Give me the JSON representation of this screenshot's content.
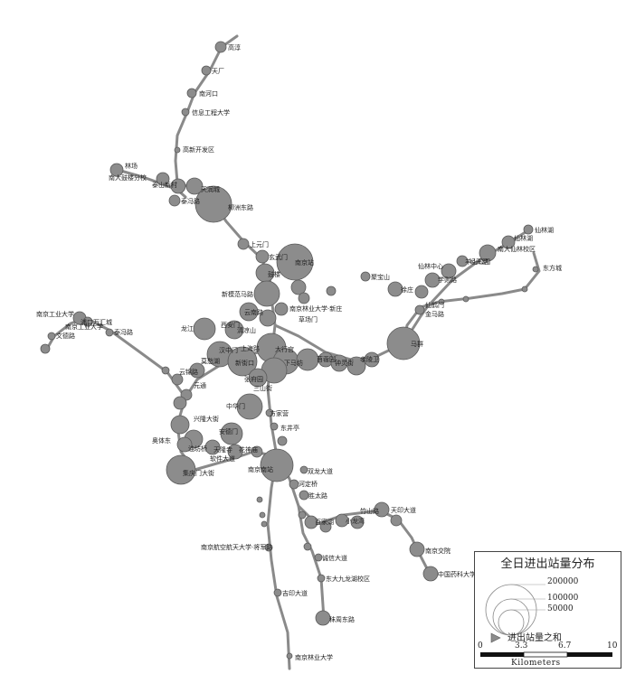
{
  "legend": {
    "title": "全日进出站量分布",
    "values": [
      "200000",
      "100000",
      "50000"
    ],
    "sum_label": "进出站量之和",
    "scale_ticks": [
      "0",
      "3.3",
      "6.7",
      "10"
    ],
    "unit": "Kilometers"
  },
  "colors": {
    "line": "#8a8a8a",
    "station": "#8c8c8c"
  },
  "stations": [
    {
      "name": "高淳"
    },
    {
      "name": "天厂"
    },
    {
      "name": "南河口"
    },
    {
      "name": "信息工程大学"
    },
    {
      "name": "高新开发区"
    },
    {
      "name": "林场"
    },
    {
      "name": "南大鼓楼分校"
    },
    {
      "name": "泰山新村"
    },
    {
      "name": "泰冯路"
    },
    {
      "name": "天润城"
    },
    {
      "name": "柳洲东路"
    },
    {
      "name": "上元门"
    },
    {
      "name": "玄武门"
    },
    {
      "name": "南京站"
    },
    {
      "name": "新模范马路"
    },
    {
      "name": "鼓楼"
    },
    {
      "name": "大行宫"
    },
    {
      "name": "新街口"
    },
    {
      "name": "张府园"
    },
    {
      "name": "三山街"
    },
    {
      "name": "中华门"
    },
    {
      "name": "安德门"
    },
    {
      "name": "天隆寺"
    },
    {
      "name": "软件大道"
    },
    {
      "name": "花神庙"
    },
    {
      "name": "南京南站"
    },
    {
      "name": "双龙大道"
    },
    {
      "name": "河定桥"
    },
    {
      "name": "胜太路"
    },
    {
      "name": "百家湖"
    },
    {
      "name": "小龙湾"
    },
    {
      "name": "竹山路"
    },
    {
      "name": "天印大道"
    },
    {
      "name": "南京交院"
    },
    {
      "name": "中国药科大学"
    },
    {
      "name": "马群"
    },
    {
      "name": "仙林中心"
    },
    {
      "name": "学则路"
    },
    {
      "name": "经天路"
    },
    {
      "name": "仙林湖"
    },
    {
      "name": "孝陵卫"
    },
    {
      "name": "钟灵街"
    },
    {
      "name": "苜蓿园"
    },
    {
      "name": "下马坊"
    },
    {
      "name": "西安门"
    },
    {
      "name": "元通"
    },
    {
      "name": "奥体东"
    },
    {
      "name": "兴隆大街"
    },
    {
      "name": "集庆门大街"
    },
    {
      "name": "云锦路"
    },
    {
      "name": "莫愁湖"
    },
    {
      "name": "汉中门"
    },
    {
      "name": "上海路"
    },
    {
      "name": "油坊桥"
    },
    {
      "name": "南京工业大学"
    },
    {
      "name": "浦口万汇城"
    },
    {
      "name": "龙江"
    },
    {
      "name": "清凉山"
    },
    {
      "name": "草场门"
    },
    {
      "name": "云南路"
    },
    {
      "name": "南京林业大学·新庄"
    },
    {
      "name": "南京工业大学"
    },
    {
      "name": "泰冯路"
    },
    {
      "name": "文德路"
    },
    {
      "name": "聚宝山"
    },
    {
      "name": "徐庄"
    },
    {
      "name": "金马路"
    },
    {
      "name": "仙鹤门"
    },
    {
      "name": "南大仙林校区"
    },
    {
      "name": "羊山公园"
    },
    {
      "name": "仙林湖"
    },
    {
      "name": "东方城"
    },
    {
      "name": "方家营"
    },
    {
      "name": "东井亭"
    },
    {
      "name": "南京航空航天大学·将军路"
    },
    {
      "name": "吉印大道"
    },
    {
      "name": "秣周东路"
    },
    {
      "name": "东大九龙湖校区"
    },
    {
      "name": "诚信大道"
    },
    {
      "name": "南京林业大学"
    }
  ]
}
